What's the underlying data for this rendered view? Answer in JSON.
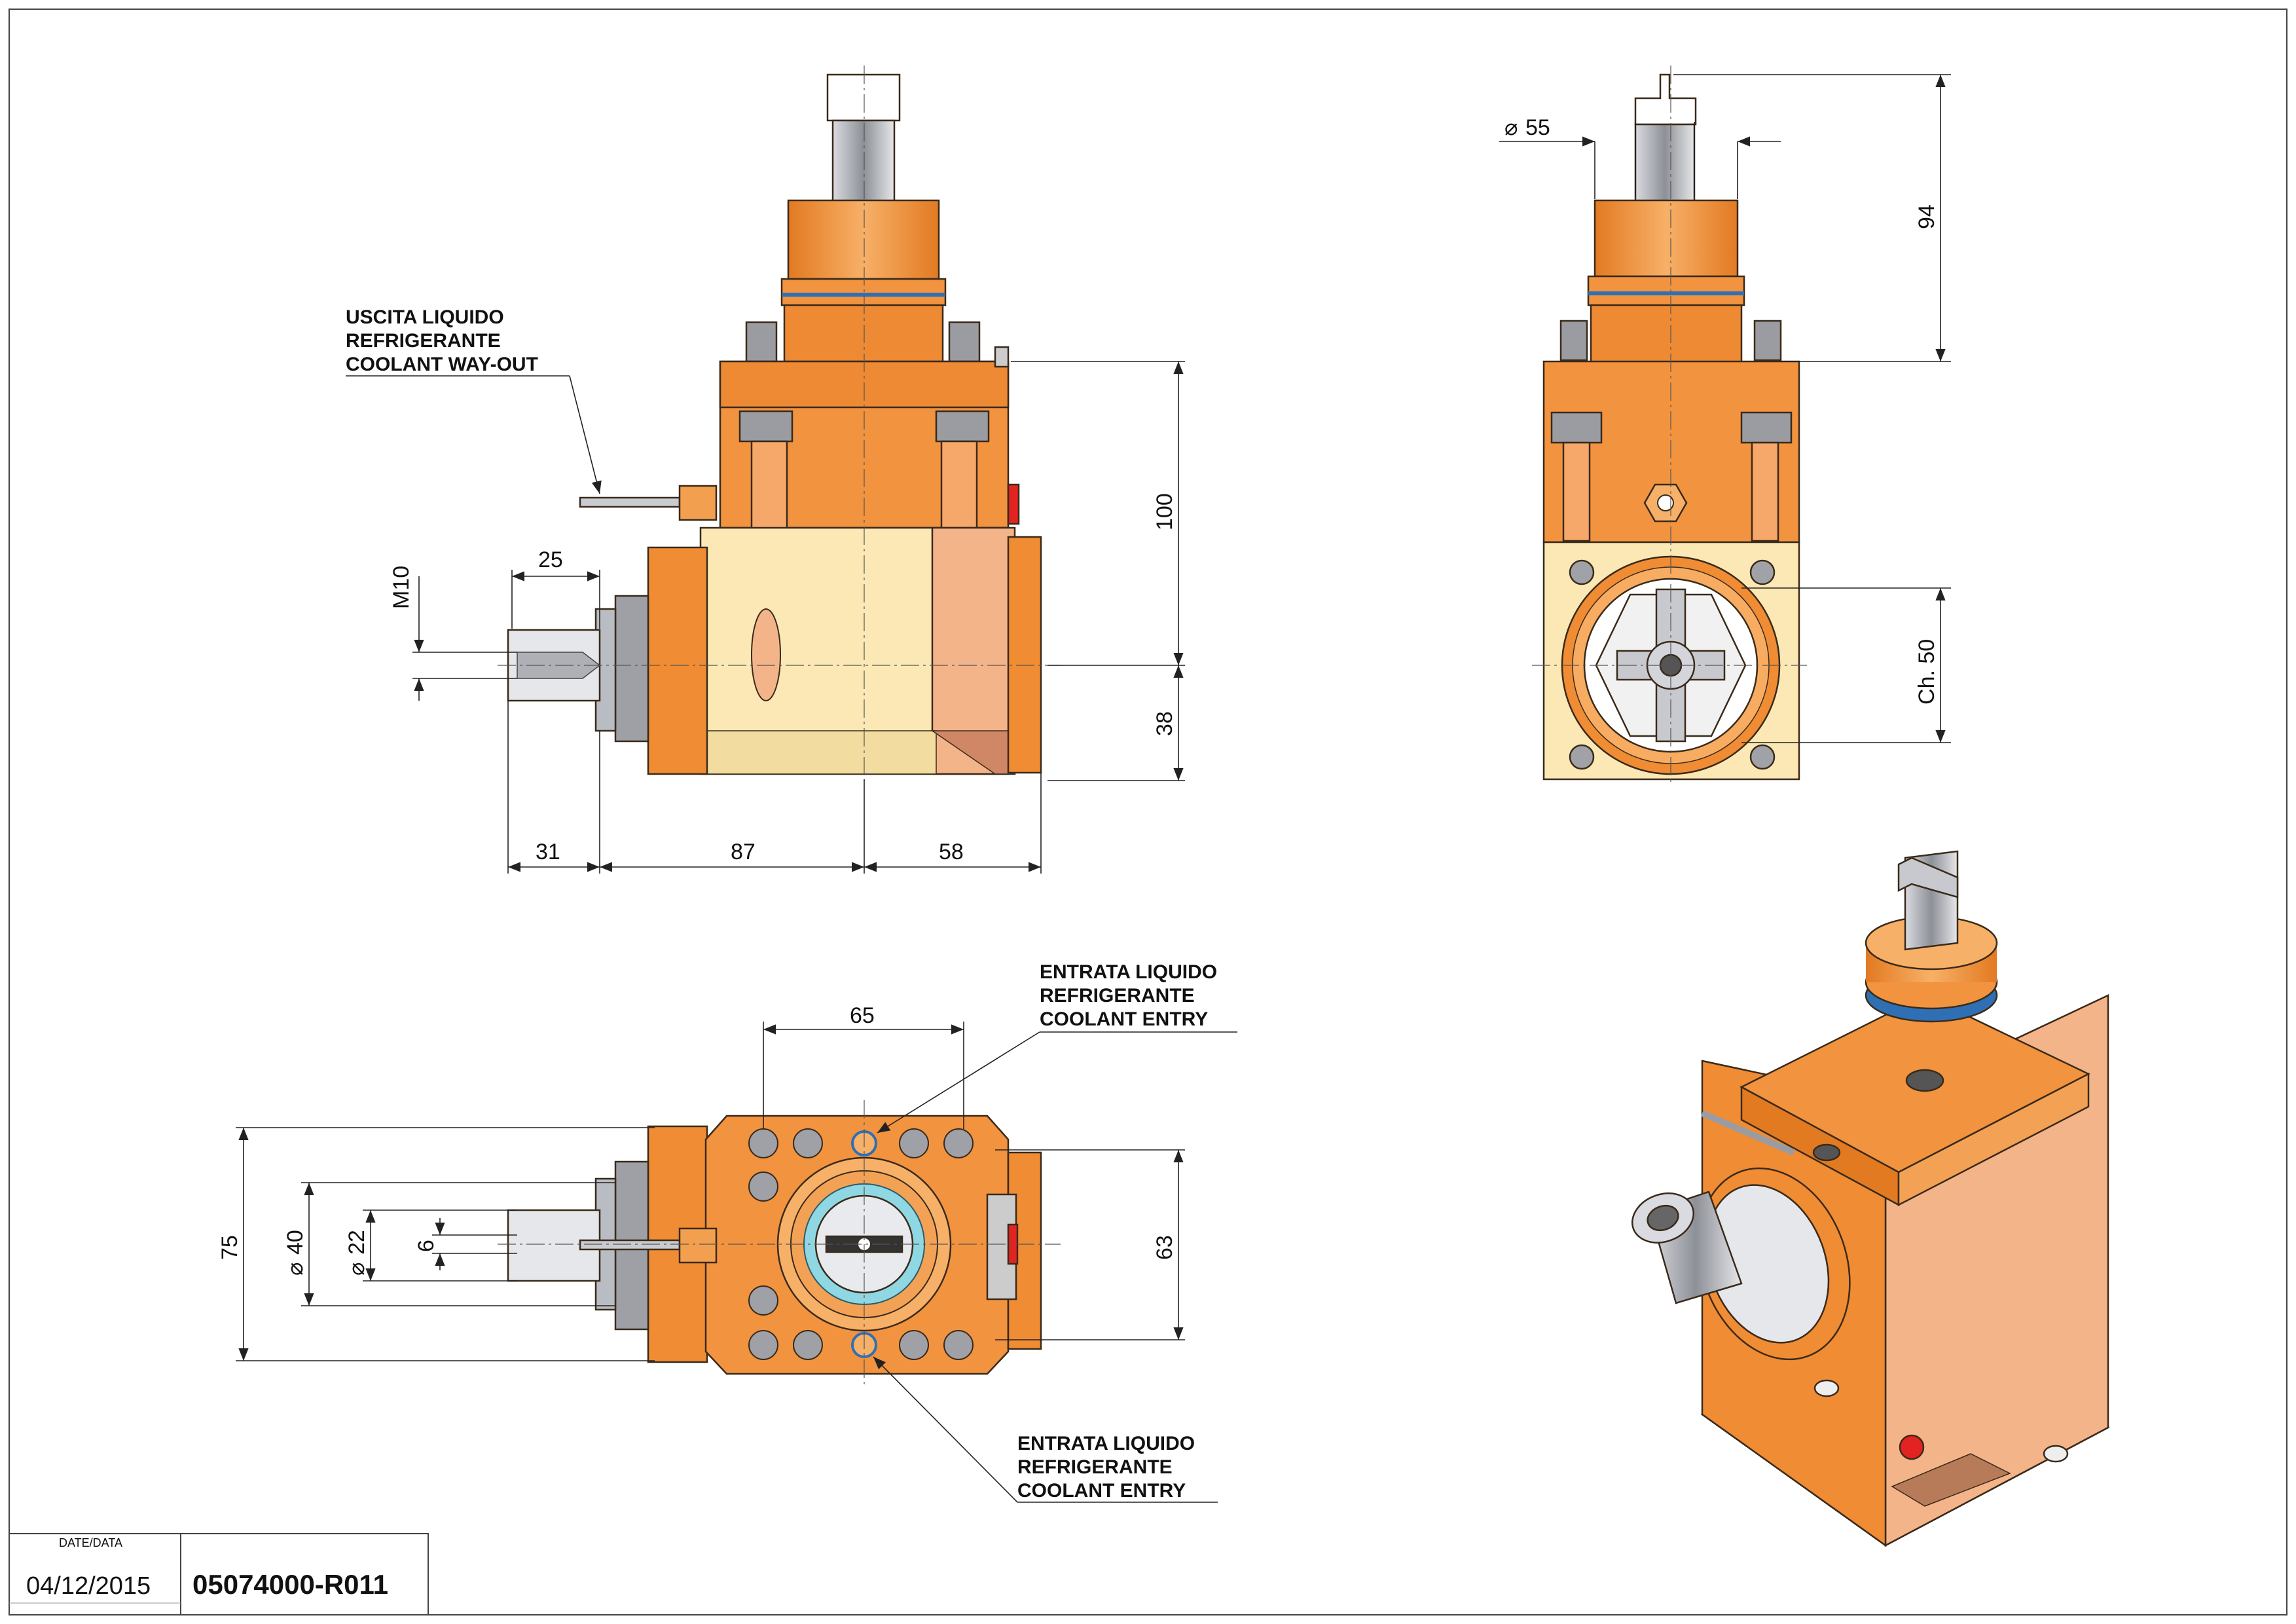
{
  "sheet": {
    "colors": {
      "orange": "#f2933f",
      "dark_orange": "#d8701e",
      "cream": "#fbe8b5",
      "salmon": "#f4b48a",
      "brown_face": "#c98d6a",
      "steel": "#b9bcc2",
      "blue_ring": "#2f6fb3",
      "red_plug": "#e32222"
    }
  },
  "notes": {
    "coolant_out": [
      "USCITA LIQUIDO",
      "REFRIGERANTE",
      "COOLANT WAY-OUT"
    ],
    "coolant_entry_top": [
      "ENTRATA LIQUIDO",
      "REFRIGERANTE",
      "COOLANT ENTRY"
    ],
    "coolant_entry_bottom": [
      "ENTRATA LIQUIDO",
      "REFRIGERANTE",
      "COOLANT ENTRY"
    ]
  },
  "dimensions": {
    "front_25": "25",
    "front_m10": "M10",
    "front_100": "100",
    "front_38": "38",
    "front_31": "31",
    "front_87": "87",
    "front_58": "58",
    "side_dia55": "55",
    "side_94": "94",
    "side_ch50": "Ch. 50",
    "top_65": "65",
    "top_75": "75",
    "top_dia40": "40",
    "top_dia22": "22",
    "top_6": "6",
    "top_63": "63"
  },
  "title_block": {
    "date_label": "DATE/DATA",
    "date_value": "04/12/2015",
    "drawing_code": "05074000-R011"
  }
}
